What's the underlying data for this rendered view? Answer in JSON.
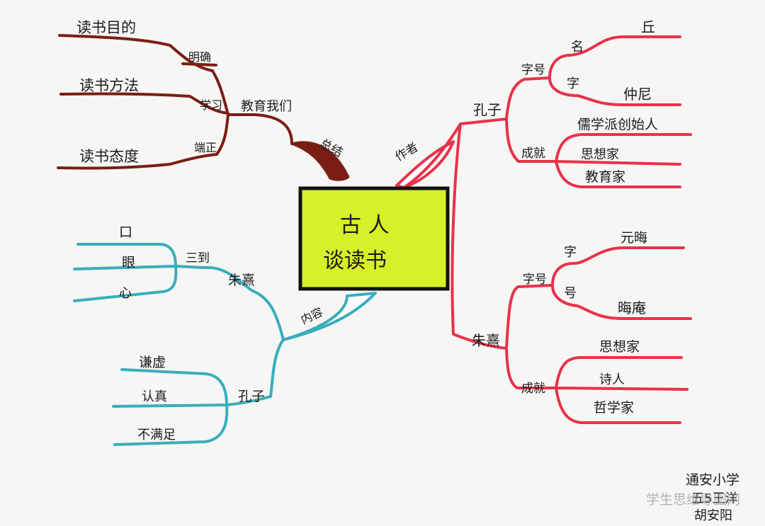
{
  "center": {
    "line1": "古 人",
    "line2": "谈读书"
  },
  "colors": {
    "brown": "#7a1e14",
    "red": "#e8324a",
    "teal": "#39aebb",
    "center_fill": "#d6f02a"
  },
  "brown_branch": {
    "main": "总结",
    "sub": "教育我们",
    "items": [
      {
        "tag": "明确",
        "label": "读书目的"
      },
      {
        "tag": "学习",
        "label": "读书方法"
      },
      {
        "tag": "端正",
        "label": "读书态度"
      }
    ]
  },
  "red_branch": {
    "main": "作者",
    "people": [
      {
        "name": "孔子",
        "groups": [
          {
            "title": "字号",
            "children": [
              {
                "key": "名",
                "value": "丘"
              },
              {
                "key": "字",
                "value": "仲尼"
              }
            ]
          },
          {
            "title": "成就",
            "children": [
              {
                "value": "儒学派创始人"
              },
              {
                "value": "思想家"
              },
              {
                "value": "教育家"
              }
            ]
          }
        ]
      },
      {
        "name": "朱熹",
        "groups": [
          {
            "title": "字号",
            "children": [
              {
                "key": "字",
                "value": "元晦"
              },
              {
                "key": "号",
                "value": "晦庵"
              }
            ]
          },
          {
            "title": "成就",
            "children": [
              {
                "value": "思想家"
              },
              {
                "value": "诗人"
              },
              {
                "value": "哲学家"
              }
            ]
          }
        ]
      }
    ]
  },
  "teal_branch": {
    "main": "内容",
    "people": [
      {
        "name": "朱熹",
        "sub": "三到",
        "items": [
          "口",
          "眼",
          "心"
        ]
      },
      {
        "name": "孔子",
        "items": [
          "谦虚",
          "认真",
          "不满足"
        ]
      }
    ]
  },
  "signature": {
    "line1": "通安小学",
    "line2": "五5王洋",
    "line3": "胡安阳"
  },
  "watermark": "学生思维导图网"
}
